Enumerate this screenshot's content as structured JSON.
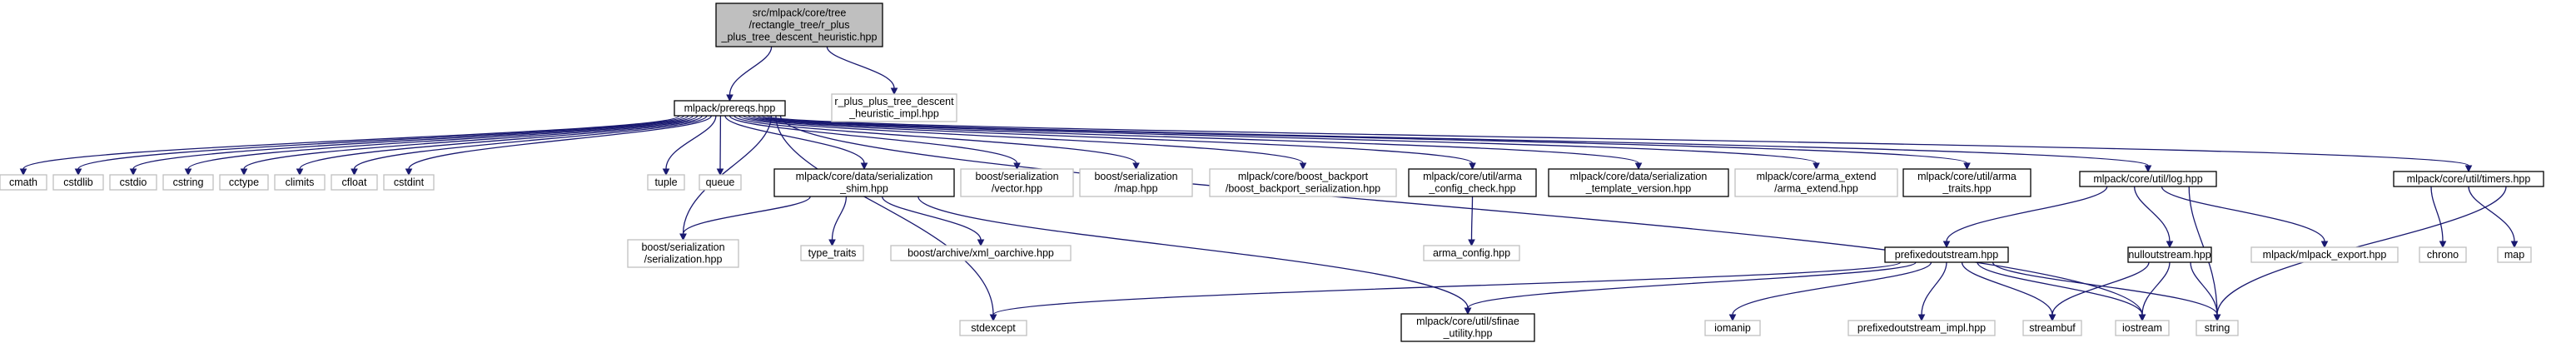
{
  "nodes": [
    {
      "id": "root",
      "lines": [
        "src/mlpack/core/tree",
        "/rectangle_tree/r_plus",
        "_plus_tree_descent_heuristic.hpp"
      ],
      "style": "root"
    },
    {
      "id": "prereqs",
      "lines": [
        "mlpack/prereqs.hpp"
      ],
      "style": "black"
    },
    {
      "id": "impl",
      "lines": [
        "r_plus_plus_tree_descent",
        "_heuristic_impl.hpp"
      ],
      "style": "grey"
    },
    {
      "id": "cmath",
      "lines": [
        "cmath"
      ],
      "style": "grey"
    },
    {
      "id": "cstdlib",
      "lines": [
        "cstdlib"
      ],
      "style": "grey"
    },
    {
      "id": "cstdio",
      "lines": [
        "cstdio"
      ],
      "style": "grey"
    },
    {
      "id": "cstring",
      "lines": [
        "cstring"
      ],
      "style": "grey"
    },
    {
      "id": "cctype",
      "lines": [
        "cctype"
      ],
      "style": "grey"
    },
    {
      "id": "climits",
      "lines": [
        "climits"
      ],
      "style": "grey"
    },
    {
      "id": "cfloat",
      "lines": [
        "cfloat"
      ],
      "style": "grey"
    },
    {
      "id": "cstdint",
      "lines": [
        "cstdint"
      ],
      "style": "grey"
    },
    {
      "id": "tuple",
      "lines": [
        "tuple"
      ],
      "style": "grey"
    },
    {
      "id": "queue",
      "lines": [
        "queue"
      ],
      "style": "grey"
    },
    {
      "id": "ser_shim",
      "lines": [
        "mlpack/core/data/serialization",
        "_shim.hpp"
      ],
      "style": "black"
    },
    {
      "id": "boost_vector",
      "lines": [
        "boost/serialization",
        "/vector.hpp"
      ],
      "style": "grey"
    },
    {
      "id": "boost_map",
      "lines": [
        "boost/serialization",
        "/map.hpp"
      ],
      "style": "grey"
    },
    {
      "id": "boost_backport",
      "lines": [
        "mlpack/core/boost_backport",
        "/boost_backport_serialization.hpp"
      ],
      "style": "grey"
    },
    {
      "id": "arma_config_check",
      "lines": [
        "mlpack/core/util/arma",
        "_config_check.hpp"
      ],
      "style": "black"
    },
    {
      "id": "ser_template",
      "lines": [
        "mlpack/core/data/serialization",
        "_template_version.hpp"
      ],
      "style": "black"
    },
    {
      "id": "arma_extend",
      "lines": [
        "mlpack/core/arma_extend",
        "/arma_extend.hpp"
      ],
      "style": "grey"
    },
    {
      "id": "arma_traits",
      "lines": [
        "mlpack/core/util/arma",
        "_traits.hpp"
      ],
      "style": "black"
    },
    {
      "id": "log",
      "lines": [
        "mlpack/core/util/log.hpp"
      ],
      "style": "black"
    },
    {
      "id": "timers",
      "lines": [
        "mlpack/core/util/timers.hpp"
      ],
      "style": "black"
    },
    {
      "id": "boost_serialization",
      "lines": [
        "boost/serialization",
        "/serialization.hpp"
      ],
      "style": "grey"
    },
    {
      "id": "type_traits",
      "lines": [
        "type_traits"
      ],
      "style": "grey"
    },
    {
      "id": "xml_oarchive",
      "lines": [
        "boost/archive/xml_oarchive.hpp"
      ],
      "style": "grey"
    },
    {
      "id": "arma_config",
      "lines": [
        "arma_config.hpp"
      ],
      "style": "grey"
    },
    {
      "id": "prefixedoutstream",
      "lines": [
        "prefixedoutstream.hpp"
      ],
      "style": "black"
    },
    {
      "id": "nulloutstream",
      "lines": [
        "nulloutstream.hpp"
      ],
      "style": "black"
    },
    {
      "id": "mlpack_export",
      "lines": [
        "mlpack/mlpack_export.hpp"
      ],
      "style": "grey"
    },
    {
      "id": "chrono",
      "lines": [
        "chrono"
      ],
      "style": "grey"
    },
    {
      "id": "map",
      "lines": [
        "map"
      ],
      "style": "grey"
    },
    {
      "id": "stdexcept",
      "lines": [
        "stdexcept"
      ],
      "style": "grey"
    },
    {
      "id": "sfinae",
      "lines": [
        "mlpack/core/util/sfinae",
        "_utility.hpp"
      ],
      "style": "black"
    },
    {
      "id": "iomanip",
      "lines": [
        "iomanip"
      ],
      "style": "grey"
    },
    {
      "id": "prefixed_impl",
      "lines": [
        "prefixedoutstream_impl.hpp"
      ],
      "style": "grey"
    },
    {
      "id": "streambuf",
      "lines": [
        "streambuf"
      ],
      "style": "grey"
    },
    {
      "id": "iostream",
      "lines": [
        "iostream"
      ],
      "style": "grey"
    },
    {
      "id": "string",
      "lines": [
        "string"
      ],
      "style": "grey"
    }
  ],
  "edges": [
    [
      "root",
      "prereqs"
    ],
    [
      "root",
      "impl"
    ],
    [
      "prereqs",
      "cmath"
    ],
    [
      "prereqs",
      "cstdlib"
    ],
    [
      "prereqs",
      "cstdio"
    ],
    [
      "prereqs",
      "cstring"
    ],
    [
      "prereqs",
      "cctype"
    ],
    [
      "prereqs",
      "climits"
    ],
    [
      "prereqs",
      "cfloat"
    ],
    [
      "prereqs",
      "cstdint"
    ],
    [
      "prereqs",
      "tuple"
    ],
    [
      "prereqs",
      "queue"
    ],
    [
      "prereqs",
      "ser_shim"
    ],
    [
      "prereqs",
      "boost_vector"
    ],
    [
      "prereqs",
      "boost_map"
    ],
    [
      "prereqs",
      "boost_backport"
    ],
    [
      "prereqs",
      "arma_config_check"
    ],
    [
      "prereqs",
      "ser_template"
    ],
    [
      "prereqs",
      "arma_extend"
    ],
    [
      "prereqs",
      "arma_traits"
    ],
    [
      "prereqs",
      "log"
    ],
    [
      "prereqs",
      "timers"
    ],
    [
      "prereqs",
      "boost_serialization"
    ],
    [
      "prereqs",
      "stdexcept"
    ],
    [
      "prereqs",
      "iostream"
    ],
    [
      "ser_shim",
      "boost_serialization"
    ],
    [
      "ser_shim",
      "type_traits"
    ],
    [
      "ser_shim",
      "xml_oarchive"
    ],
    [
      "ser_shim",
      "sfinae"
    ],
    [
      "arma_config_check",
      "arma_config"
    ],
    [
      "log",
      "prefixedoutstream"
    ],
    [
      "log",
      "nulloutstream"
    ],
    [
      "log",
      "mlpack_export"
    ],
    [
      "log",
      "string"
    ],
    [
      "timers",
      "chrono"
    ],
    [
      "timers",
      "map"
    ],
    [
      "timers",
      "string"
    ],
    [
      "prefixedoutstream",
      "stdexcept"
    ],
    [
      "prefixedoutstream",
      "sfinae"
    ],
    [
      "prefixedoutstream",
      "iomanip"
    ],
    [
      "prefixedoutstream",
      "prefixed_impl"
    ],
    [
      "prefixedoutstream",
      "streambuf"
    ],
    [
      "prefixedoutstream",
      "iostream"
    ],
    [
      "prefixedoutstream",
      "string"
    ],
    [
      "nulloutstream",
      "streambuf"
    ],
    [
      "nulloutstream",
      "iostream"
    ],
    [
      "nulloutstream",
      "string"
    ]
  ]
}
